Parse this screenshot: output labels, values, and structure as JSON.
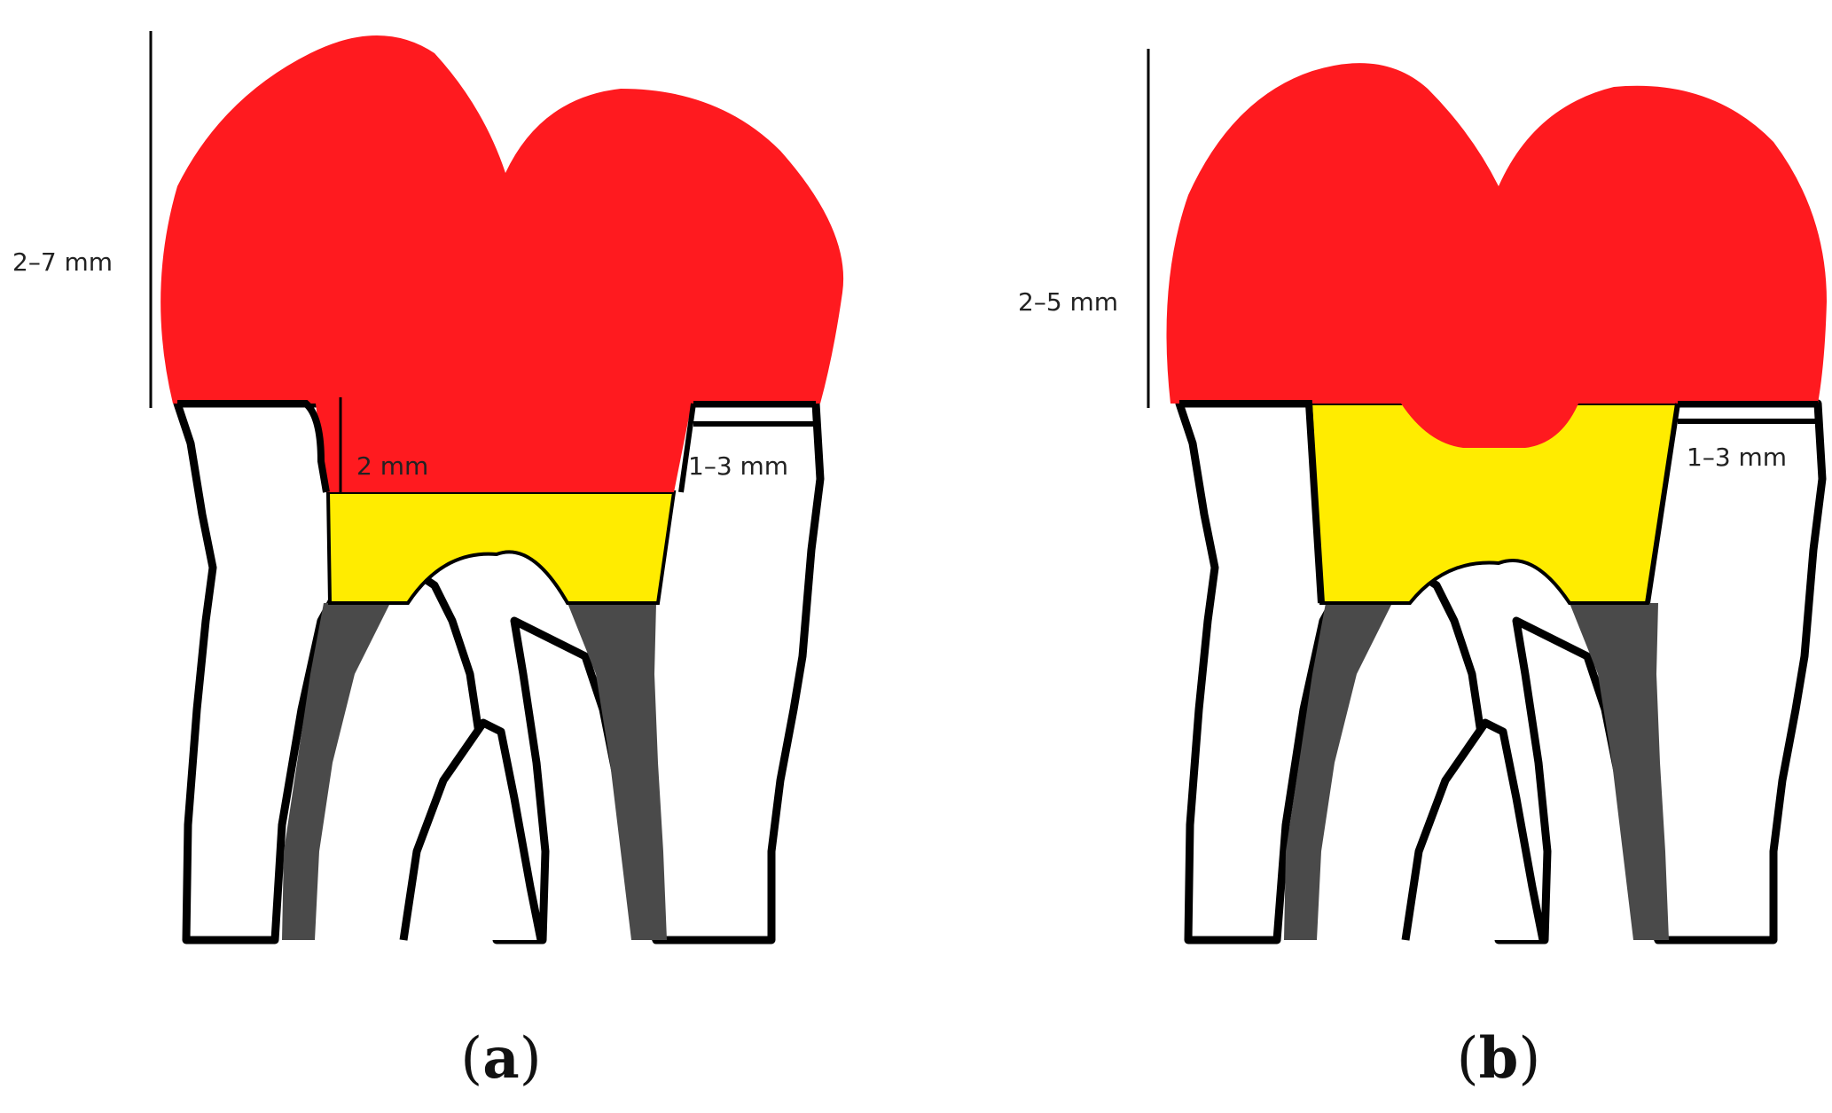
{
  "panels": [
    {
      "id": "a",
      "caption_open": "(",
      "caption_letter": "a",
      "caption_close": ")",
      "crown_height_label": "2–7 mm",
      "post_depth_label": "2 mm",
      "wall_thickness_label": "1–3 mm"
    },
    {
      "id": "b",
      "caption_open": "(",
      "caption_letter": "b",
      "caption_close": ")",
      "crown_height_label": "2–5 mm",
      "wall_thickness_label": "1–3 mm"
    }
  ],
  "colors": {
    "crown": "#ff1a1f",
    "core": "#ffec00",
    "root_canal": "#4a4a4a",
    "outline": "#000000",
    "background": "#ffffff"
  }
}
